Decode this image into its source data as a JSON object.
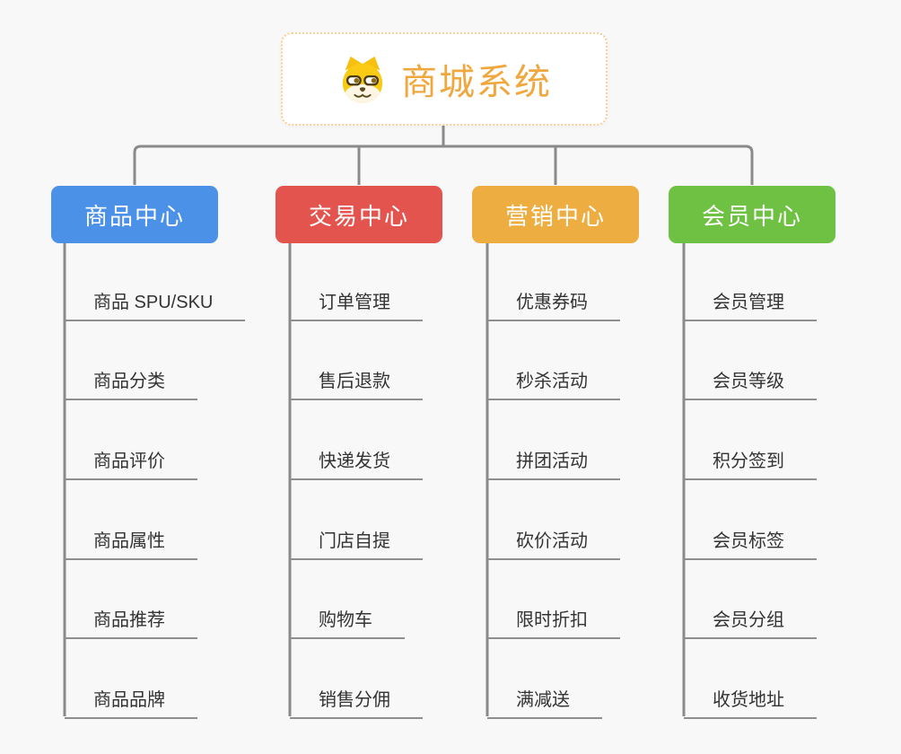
{
  "root": {
    "title": "商城系统",
    "icon": "dog-face-logo",
    "accent_color": "#F0A73D"
  },
  "branches": [
    {
      "label": "商品中心",
      "color": "#4B91E8",
      "items": [
        "商品 SPU/SKU",
        "商品分类",
        "商品评价",
        "商品属性",
        "商品推荐",
        "商品品牌"
      ]
    },
    {
      "label": "交易中心",
      "color": "#E4544F",
      "items": [
        "订单管理",
        "售后退款",
        "快递发货",
        "门店自提",
        "购物车",
        "销售分佣"
      ]
    },
    {
      "label": "营销中心",
      "color": "#EDAD41",
      "items": [
        "优惠券码",
        "秒杀活动",
        "拼团活动",
        "砍价活动",
        "限时折扣",
        "满减送"
      ]
    },
    {
      "label": "会员中心",
      "color": "#6EC143",
      "items": [
        "会员管理",
        "会员等级",
        "积分签到",
        "会员标签",
        "会员分组",
        "收货地址"
      ]
    }
  ],
  "style": {
    "background_color": "#F8F8F8",
    "connector_color": "#8A8A8A",
    "topic_text_color": "#333333"
  }
}
